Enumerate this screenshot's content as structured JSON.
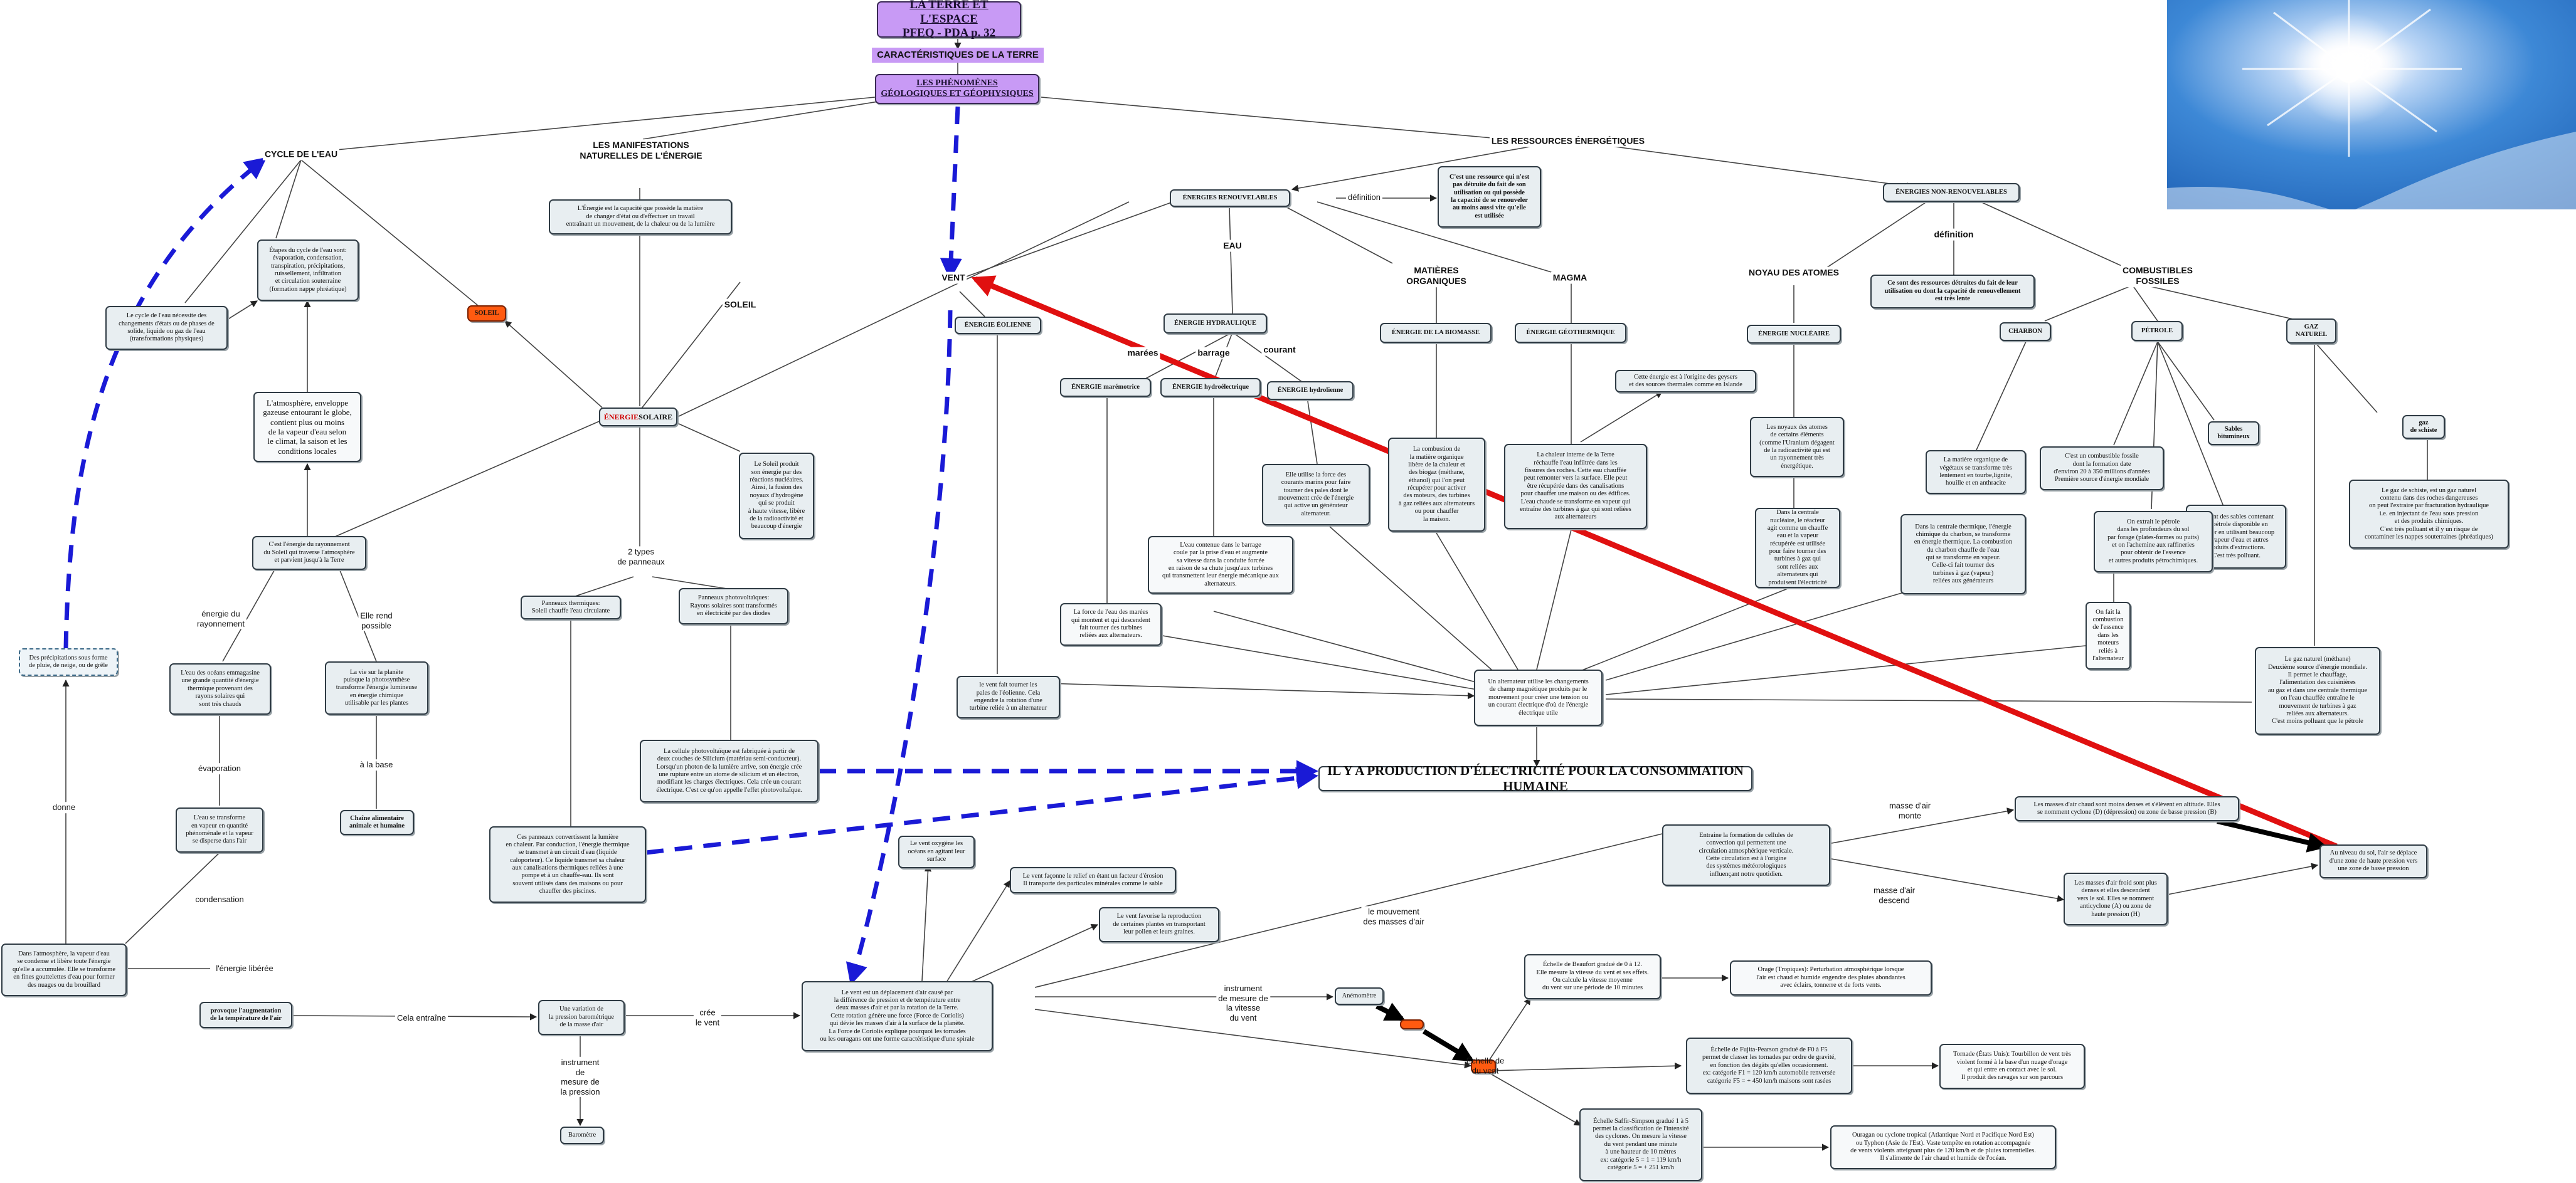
{
  "title_line1": "LA TERRE ET L'ESPACE",
  "title_line2": "PFEQ - PDA p. 32",
  "subtitle": "CARACTÉRISTIQUES DE LA TERRE",
  "phenomena": "LES PHÉNOMÈNES\nGÉOLOGIQUES ET GÉOPHYSIQUES",
  "branches": {
    "cycle": "CYCLE DE L'EAU",
    "manifestations": "LES MANIFESTATIONS\nNATURELLES DE L'ÉNERGIE",
    "ressources": "LES RESSOURCES ÉNERGÉTIQUES"
  },
  "cycle_nodes": {
    "cycle_desc": "Le cycle de l'eau nécessite des\nchangements d'états ou de phases de\nsolide, liquide ou gaz de l'eau\n(transformations physiques)",
    "etapes": "Étapes du cycle de l'eau sont:\névaporation, condensation,\ntranspiration, précipitations,\nruissellement, infiltration\net circulation souterraine\n(formation nappe phréatique)",
    "atmosphere": "L'atmosphère, enveloppe\ngazeuse entourant le globe,\ncontient plus ou moins\nde la vapeur d'eau selon\nle climat, la saison et les\nconditions locales",
    "rayonnement": "C'est l'énergie du rayonnement\ndu Soleil qui traverse l'atmosphère\net parvient jusqu'à la Terre",
    "oceans": "L'eau des océans emmagasine\nune grande quantité d'énergie\nthermique provenant des\nrayons solaires qui\nsont très chauds",
    "plante": "La vie sur la planète\npuisque la photosynthèse\ntransforme l'énergie lumineuse\nen énergie chimique\nutilisable par les plantes",
    "chaine": "Chaîne alimentaire\nanimale et humaine",
    "vapeur": "L'eau se transforme\nen vapeur en quantité\nphénoménale et la vapeur\nse disperse dans l'air",
    "precipitations": "Des précipitations sous forme\nde pluie, de neige, ou de grêle",
    "atmo_bottom": "Dans l'atmosphère, la vapeur d'eau\nse condense et libère toute l'énergie\nqu'elle a accumulée. Elle se transforme\nen fines gouttelettes d'eau pour former\ndes nuages ou du brouillard"
  },
  "cycle_labels": {
    "energie_rayonnement": "énergie du\nrayonnement",
    "elle_rend": "Elle rend\npossible",
    "evaporation": "évaporation",
    "a_la_base": "à la base",
    "condensation": "condensation",
    "donne": "donne",
    "energie_liberee": "l'énergie libérée"
  },
  "solar": {
    "soleil_node": "SOLEIL",
    "energie_def": "L'Énergie est la capacité que possède la matière\nde changer d'état ou d'effectuer un travail\nentraînant un mouvement, de la chaleur ou de la lumière",
    "soleil_label": "SOLEIL",
    "energie_solaire_prefix": "ÉNERGIE",
    "energie_solaire_suffix": " SOLAIRE",
    "soleil_produit": "Le Soleil produit\nson énergie par des\nréactions nucléaires.\nAinsi, la fusion des\nnoyaux d'hydrogène\nqui se produit\nà haute vitesse, libère\nde la radioactivité et\nbeaucoup d'énergie",
    "deux_types": "2 types\nde panneaux",
    "thermiques": "Panneaux thermiques:\nSoleil chauffe l'eau circulante",
    "photovoltaiques": "Panneaux photovoltaïques:\nRayons solaires sont transformés\nen électricité par des diodes",
    "cellule": "La cellule photovoltaïque est fabriquée à partir de\ndeux couches de Silicium (matériau semi-conducteur).\nLorsqu'un photon de la lumière arrive, son énergie crée\nune rupture entre un atome de silicium et un électron,\nmodifiant les charges électriques. Cela crée un courant\nélectrique. C'est ce qu'on appelle l'effet photovoltaïque.",
    "panneaux_convertissent": "Ces panneaux convertissent la lumière\nen chaleur. Par conduction, l'énergie thermique\nse transmet à un circuit d'eau (liquide\ncaloporteur). Ce liquide transmet sa chaleur\naux canalisations thermiques reliées à une\npompe et à un chauffe-eau. Ils sont\nsouvent utilisés dans des maisons ou pour\nchauffer des piscines."
  },
  "renewables": {
    "vent": "VENT",
    "eolienne": "ÉNERGIE ÉOLIENNE",
    "vent_fait": "le vent fait tourner les\npales de l'éolienne. Cela\nengendre la rotation d'une\nturbine reliée à un alternateur",
    "ren_node": "ÉNERGIES RENOUVELABLES",
    "definition": "définition",
    "ren_def": "C'est une ressource qui n'est\npas détruite du fait de son\nutilisation ou qui possède\nla capacité de se renouveler\nau moins aussi vite qu'elle\nest utilisée",
    "eau": "EAU",
    "hydraulique": "ÉNERGIE HYDRAULIQUE",
    "marees": "marées",
    "barrage": "barrage",
    "courant": "courant",
    "maremotrice": "ÉNERGIE marémotrice",
    "hydroelectrique": "ÉNERGIE hydroélectrique",
    "hydrolienne": "ÉNERGIE hydrolienne",
    "force_marees": "La force de l'eau des marées\nqui montent et qui descendent\nfait tourner des turbines\nreliées aux alternateurs.",
    "eau_contenue": "L'eau contenue dans le barrage\ncoule par la prise d'eau et augmente\nsa vitesse dans la conduite forcée\nen raison de sa chute jusqu'aux turbines\nqui transmettent leur énergie mécanique aux\nalternateurs.",
    "hydrolienne_desc": "Elle utilise la force des\ncourants marins pour faire\ntourner des pales dont le\nmouvement crée de l'énergie\nqui active un générateur\nalternateur.",
    "matieres": "MATIÈRES\nORGANIQUES",
    "biomasse": "ÉNERGIE DE LA BIOMASSE",
    "combustion": "La combustion de\nla matière organique\nlibère de la chaleur et\ndes biogaz (méthane,\néthanol) qui l'on peut\nrécupérer pour activer\ndes moteurs, des turbines\nà gaz reliées aux alternateurs\nou pour chauffer\nla maison.",
    "magma": "MAGMA",
    "geothermique": "ÉNERGIE GÉOTHERMIQUE",
    "geysers": "Cette énergie est à l'origine des geysers\net des sources thermales comme en Islande",
    "chaleur_interne": "La chaleur interne de la Terre\nréchauffe l'eau infiltrée dans les\nfissures des roches. Cette eau chauffée\npeut remonter vers la surface. Elle peut\nêtre récupérée dans des canalisations\npour chauffer une maison ou des édifices.\nL'eau chaude se transforme en vapeur qui\nentraîne des turbines à gaz qui sont reliées\naux alternateurs"
  },
  "nonrenewables": {
    "non_ren_node": "ÉNERGIES NON-RENOUVELABLES",
    "definition": "définition",
    "non_ren_def": "Ce sont des ressources détruites du fait de leur\nutilisation ou dont la capacité de renouvellement\nest très lente",
    "noyau": "NOYAU DES ATOMES",
    "nucleaire": "ÉNERGIE NUCLÉAIRE",
    "noyaux_desc": "Les noyaux des atomes\nde certains éléments\n(comme l'Uranium dégagent\nde la radioactivité qui est\nun rayonnement très\nénergétique.",
    "centrale_nucleaire": "Dans la centrale\nnucléaire, le réacteur\nagit comme un chauffe\neau et la vapeur\nrécupérée est utilisée\npour faire tourner des\nturbines à gaz qui\nsont reliées aux\nalternateurs qui\nproduisent l'électricité",
    "combustibles": "COMBUSTIBLES\nFOSSILES",
    "charbon": "CHARBON",
    "petrole": "PÉTROLE",
    "gaz": "GAZ\nNATUREL",
    "matiere_organique": "La matière organique de\nvégétaux se transforme très\nlentement en tourbe,lignite,\nhouille et en anthracite",
    "centrale_thermique": "Dans la centrale thermique, l'énergie\nchimique du charbon, se transforme\nen énergie thermique. La combustion\ndu charbon chauffe de l'eau\nqui se transforme en vapeur.\nCelle-ci fait tourner des\nturbines à gaz (vapeur)\nreliées aux générateurs",
    "petrole_desc": "C'est un combustible fossile\ndont la formation date\nd'environ 20 à 350 millions d'années\nPremière source d'énergie mondiale",
    "sables": "Sables\nbitumineux",
    "sables_desc": "Ce sont des sables contenant\ndu pétrole disponible en\nséparer en utilisant beaucoup\nde vapeur d'eau et autres\nproduits d'extractions.\nC'est très polluant.",
    "petrole_extraction": "On extrait le pétrole\ndans les profondeurs du sol\npar forage (plates-formes ou puits)\net on l'achemine aux raffineries\npour obtenir de l'essence\net autres produits pétrochimiques.",
    "combustion_essence": "On fait la\ncombustion\nde l'essence\ndans les\nmoteurs\nreliés à\nl'alternateur",
    "gaz_schiste": "gaz\nde schiste",
    "gaz_schiste_desc": "Le gaz de schiste, est un gaz naturel\ncontenu dans des roches dangereuses\non peut l'extraire par fracturation hydraulique\ni.e. en injectant de l'eau sous pression\net des produits chimiques.\nC'est très polluant et il y un risque de\ncontaminer les nappes souterraines (phréatiques)",
    "gaz_naturel_desc": "Le gaz naturel (méthane)\nDeuxième source d'énergie mondiale.\nIl permet le chauffage,\nl'alimentation des cuisinières\nau gaz et dans une centrale thermique\non l'eau chauffée entraîne le\nmouvement de turbines à gaz\nreliées aux alternateurs.\nC'est moins polluant que le pétrole"
  },
  "alternateur": "Un alternateur utilise les changements\nde champ magnétique produits par le\nmouvement pour créer une tension ou\nun courant électrique d'où de l'énergie\nélectrique utile",
  "production": "IL Y A PRODUCTION D'ÉLECTRICITÉ POUR LA CONSOMMATION HUMAINE",
  "wind": {
    "vent_def": "Le vent est un déplacement d'air causé par\nla différence de pression et de température entre\ndeux masses d'air et par la rotation de la Terre.\nCette rotation génère une force (Force de Coriolis)\nqui dévie les masses d'air à la surface de la planète.\nLa Force de Coriolis explique pourquoi les tornades\nou les ouragans ont une forme caractéristique d'une spirale",
    "oxygene": "Le vent oxygène les\nocéans en agitant leur\nsurface",
    "faconne": "Le vent façonne le relief en étant un facteur d'érosion\nIl transporte des particules minérales comme le sable",
    "favorise": "Le vent favorise la reproduction\nde certaines plantes en transportant\nleur pollen et leurs graines.",
    "augmentation": "provoque l'augmentation\nde la température de l'air",
    "cela_entraine": "Cela entraîne",
    "variation": "Une variation de\nla pression barométrique\nde la masse d'air",
    "cree_vent": "crée\nle vent",
    "instrument_pression": "instrument\nde\nmesure de\nla pression",
    "barometre": "Baromètre",
    "mouvement_masses": "le mouvement\ndes masses d'air",
    "instrument_vitesse": "instrument\nde mesure de\nla vitesse\ndu vent",
    "anemometre": "Anémomètre",
    "echelle_label": "Échelle de\ndu vent",
    "cellules": "Entraine la formation de cellules de\nconvection qui permettent une\ncirculation atmosphérique verticale.\nCette circulation est à l'origine\ndes systèmes météorologiques\ninfluençant notre quotidien.",
    "monte": "masse d'air\nmonte",
    "descend": "masse d'air\ndescend",
    "chaud": "Les masses d'air chaud sont moins denses et s'élèvent en altitude. Elles\nse nomment cyclone (D) (dépression) ou zone de basse pression (B)",
    "froid": "Les masses d'air froid sont plus\ndenses et elles descendent\nvers le sol. Elles se nomment\nanticyclone (A) ou zone de\nhaute pression (H)",
    "niveau_sol": "Au niveau du sol, l'air se déplace\nd'une zone de haute pression vers\nune zone de basse pression",
    "beaufort": "Échelle de Beaufort gradué de 0 à 12.\nElle mesure la vitesse du vent et ses effets.\nOn calcule la vitesse moyenne\ndu vent sur une période de 10 minutes",
    "orage": "Orage (Tropiques): Perturbation atmosphérique lorsque\nl'air est chaud et humide engendre des pluies abondantes\navec éclairs, tonnerre et de forts vents.",
    "fujita": "Échelle de Fujita-Pearson gradué de F0 à F5\npermet de classer les tornades par ordre de gravité,\nen fonction des dégâts qu'elles occasionnent.\nex: catégorie F1 = 120 km/h automobile renversée\ncatégorie F5 = + 450 km/h maisons sont rasées",
    "tornade": "Tornade (États Unis): Tourbillon de vent très\nviolent formé à la base d'un nuage d'orage\net qui entre en contact avec le sol.\nIl produit des ravages sur son parcours",
    "saffir": "Échelle Saffir-Simpson gradué 1 à 5\npermet la classification de l'intensité\ndes cyclones. On mesure la vitesse\ndu vent pendant une minute\nà une hauteur de 10 mètres\nex: catégorie 5 = 1 = 119 km/h\ncatégorie 5 = + 251 km/h",
    "ouragan": "Ouragan ou cyclone tropical (Atlantique Nord et Pacifique Nord Est)\nou Typhon (Asie de l'Est). Vaste tempête en rotation accompagnée\nde vents violents atteignant plus de 120 km/h et de pluies torrentielles.\nIl s'alimente de l'air chaud et humide de l'océan."
  },
  "colors": {
    "accent_purple": "#c89af5",
    "red_arrow": "#e01010",
    "blue_dash": "#1a1ad6",
    "node_fill": "#e8eef1",
    "orange": "#ff5a10"
  }
}
